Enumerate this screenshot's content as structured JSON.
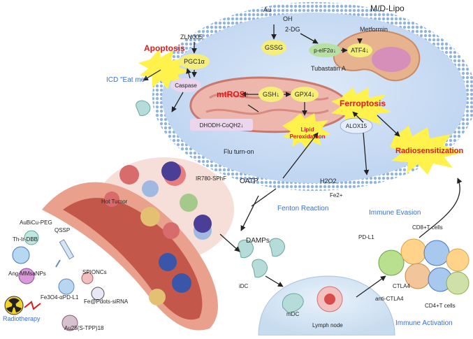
{
  "labels": {
    "au": "Au",
    "oh": "OH",
    "md_lipo": "M/D-Lipo",
    "metformin": "Metformin",
    "zln005": "ZLN005",
    "twodg": "2-DG",
    "gssg": "GSSG",
    "peif2a": "p-eIF2α↓",
    "atf4": "ATF4↓",
    "pgc1a": "PGC1α",
    "tubastatin": "Tubastatin A",
    "apoptosis": "Apoptosis",
    "caspase": "Caspase",
    "mtros": "mtROS↑",
    "gsh": "GSH↓",
    "gpx4": "GPX4↓",
    "ferroptosis": "Ferroptosis",
    "icd": "ICD \"Eat me\"",
    "dhodh": "DHODH-CoQH2↓",
    "lipid1": "Lipid",
    "lipid2": "Peroxidatuon",
    "alox15": "ALOX15",
    "radiosens": "Radiosensitization",
    "flu": "Flu turn-on",
    "oatp": "OATP",
    "ir780": "IR780-SPhF",
    "h2o2": "H2O2",
    "fe2": "Fe2+",
    "fenton": "Fenton Reaction",
    "immune_evasion": "Immune Evasion",
    "pdl1": "PD-L1",
    "hot_tumor": "Hot Tumor",
    "aubicu": "AuBiCu-PEG",
    "qssp": "QSSP",
    "thirdbb": "Th-Ir-DBB",
    "angmmsa": "Ang-MMsaNPs",
    "spioncs": "SPIONCs",
    "fe3o4": "Fe3O4-αPD-L1",
    "fepdots": "Fe@Pdots-siRNA",
    "radiotherapy": "Radiotherapy",
    "au25": "Au25(S-TPP)18",
    "damps": "DAMPs",
    "idc": "iDC",
    "mdc": "mDC",
    "lymph": "Lymph node",
    "cd8": "CD8+T cells",
    "ctla4": "CTLA4",
    "anti_ctla4": "anti-CTLA4",
    "cd4": "CD4+T cells",
    "immune_activation": "Immune Activation"
  },
  "colors": {
    "membrane": "#9bbde6",
    "cell_fill": "#c9dcf4",
    "mito": "#e8a8a0",
    "label_oval": "#f5ef7a",
    "caspase_oval": "#ecd6ee",
    "red_text": "#e01a1a",
    "blue_text": "#3b6fd8",
    "tumor_vessel": "#e9a08c",
    "starburst": "#fff24d"
  }
}
